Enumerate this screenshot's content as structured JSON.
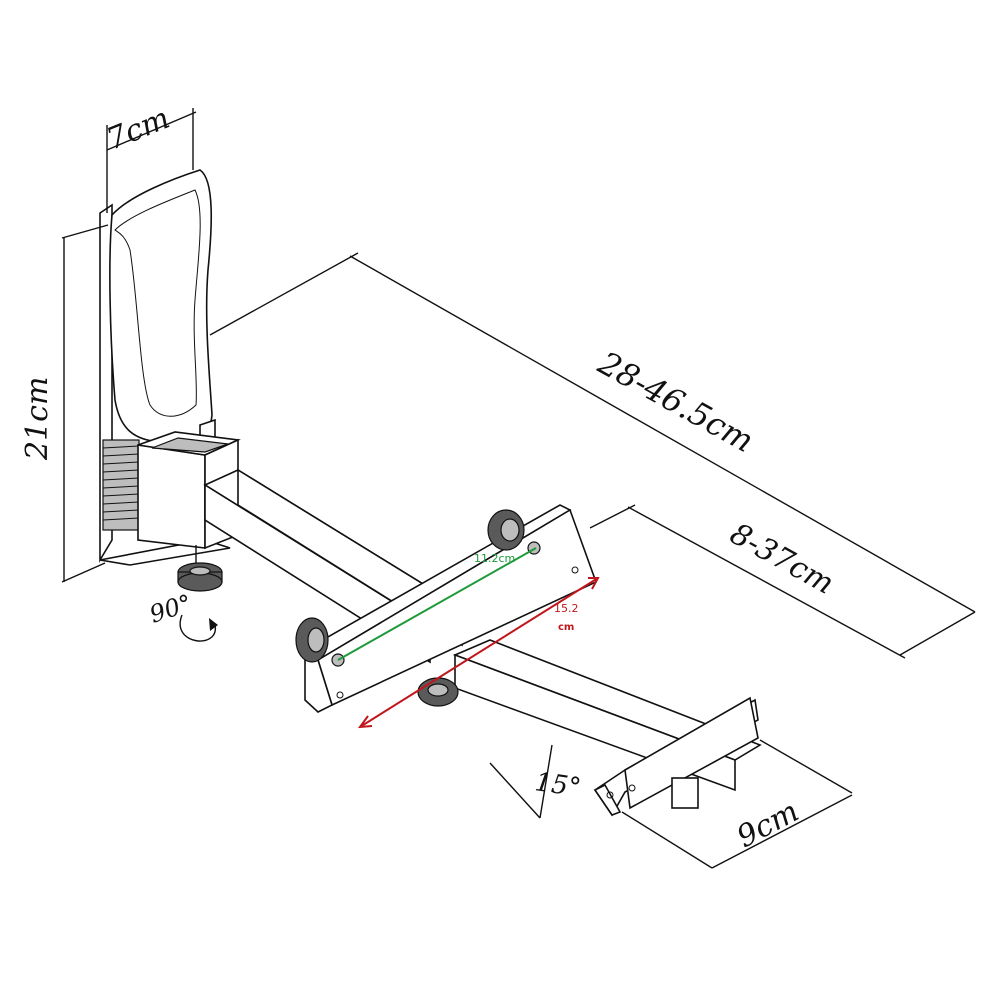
{
  "dimensions": {
    "pad_width": "7cm",
    "height": "21cm",
    "arm_length": "28-46.5cm",
    "tray_length": "8-37cm",
    "tray_width": "9cm",
    "rotation": "90°",
    "tilt": "15°",
    "hole_spacing": "11.2cm",
    "plate_length_value": "15.2",
    "plate_length_unit": "cm"
  },
  "colors": {
    "hole_spacing": "#1e9a3a",
    "plate_length": "#c0161c",
    "line": "#111111"
  }
}
